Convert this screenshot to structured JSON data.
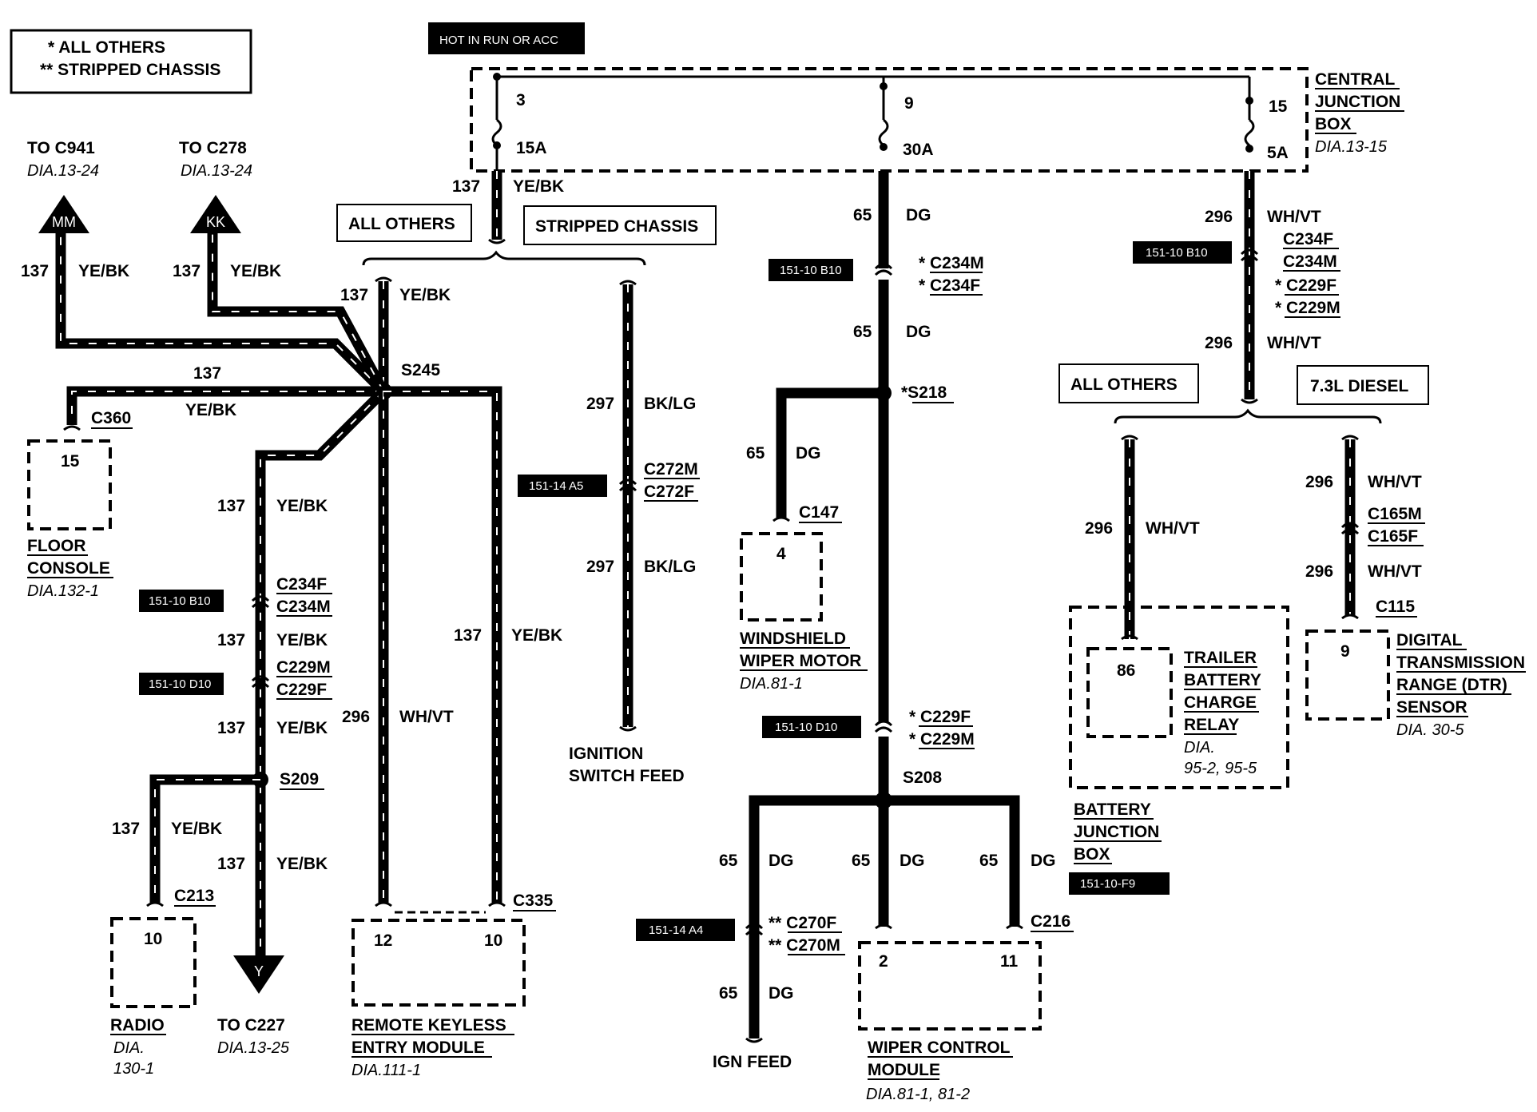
{
  "legend": {
    "line1": "*  ALL OTHERS",
    "line2": "**  STRIPPED CHASSIS"
  },
  "power": {
    "hot_label": "HOT IN RUN OR ACC",
    "junction_box": [
      "CENTRAL",
      "JUNCTION",
      "BOX"
    ],
    "junction_box_ref": "DIA.13-15",
    "fuses": [
      {
        "num": "3",
        "rating": "15A"
      },
      {
        "num": "9",
        "rating": "30A"
      },
      {
        "num": "15",
        "rating": "5A"
      }
    ]
  },
  "variants": {
    "all_others": "ALL OTHERS",
    "stripped_chassis": "STRIPPED CHASSIS",
    "diesel": "7.3L DIESEL"
  },
  "circuits": {
    "c137": "137",
    "ye_bk": "YE/BK",
    "c65": "65",
    "dg": "DG",
    "c296": "296",
    "wh_vt": "WH/VT",
    "c297": "297",
    "bk_lg": "BK/LG"
  },
  "splices": {
    "s245": "S245",
    "s209": "S209",
    "s218": "*S218",
    "s208": "S208"
  },
  "connectors": {
    "c234f": "C234F",
    "c234m": "C234M",
    "c229m": "C229M",
    "c229f": "C229F",
    "c234m_star": "* C234M",
    "c234f_star": "* C234F",
    "c229f_star": "* C229F",
    "c229m_star": "* C229M",
    "c229f_star2": "* C229F",
    "c229m_star2": "* C229M",
    "c272m": "C272M",
    "c272f": "C272F",
    "c270f": "** C270F",
    "c270m": "** C270M",
    "c165m": "C165M",
    "c165f": "C165F",
    "c115": "C115",
    "c360": "C360",
    "c213": "C213",
    "c335": "C335",
    "c147": "C147",
    "c216": "C216"
  },
  "refs": {
    "r_151_10_b10": "151-10 B10",
    "r_151_10_d10": "151-10 D10",
    "r_151_14_a5": "151-14 A5",
    "r_151_14_a4": "151-14 A4",
    "r_151_10_f9": "151-10-F9"
  },
  "destinations": {
    "mm": {
      "arrow": "MM",
      "to": "TO C941",
      "dia": "DIA.13-24"
    },
    "kk": {
      "arrow": "KK",
      "to": "TO C278",
      "dia": "DIA.13-24"
    },
    "y": {
      "arrow": "Y",
      "to": "TO C227",
      "dia": "DIA.13-25"
    }
  },
  "components": {
    "floor_console": {
      "pin": "15",
      "name1": "FLOOR",
      "name2": "CONSOLE",
      "dia": "DIA.132-1"
    },
    "radio": {
      "pin": "10",
      "name1": "RADIO",
      "dia1": "DIA.",
      "dia2": "130-1"
    },
    "rke": {
      "pin_a": "12",
      "pin_b": "10",
      "name1": "REMOTE KEYLESS",
      "name2": "ENTRY MODULE",
      "dia": "DIA.111-1"
    },
    "ign_switch": {
      "name1": "IGNITION",
      "name2": "SWITCH FEED"
    },
    "wiper_motor": {
      "pin": "4",
      "name1": "WINDSHIELD",
      "name2": "WIPER MOTOR",
      "dia": "DIA.81-1"
    },
    "ign_feed": {
      "name": "IGN FEED"
    },
    "wiper_control": {
      "pin_a": "2",
      "pin_b": "11",
      "name1": "WIPER CONTROL",
      "name2": "MODULE",
      "dia": "DIA.81-1, 81-2"
    },
    "trailer_relay": {
      "pin": "86",
      "name": [
        "TRAILER",
        "BATTERY",
        "CHARGE",
        "RELAY"
      ],
      "dia1": "DIA.",
      "dia2": "95-2, 95-5"
    },
    "battery_jb": {
      "name": [
        "BATTERY",
        "JUNCTION",
        "BOX"
      ]
    },
    "dtr": {
      "pin": "9",
      "name": [
        "DIGITAL",
        "TRANSMISSION",
        "RANGE (DTR)",
        "SENSOR"
      ],
      "dia": "DIA. 30-5"
    }
  }
}
